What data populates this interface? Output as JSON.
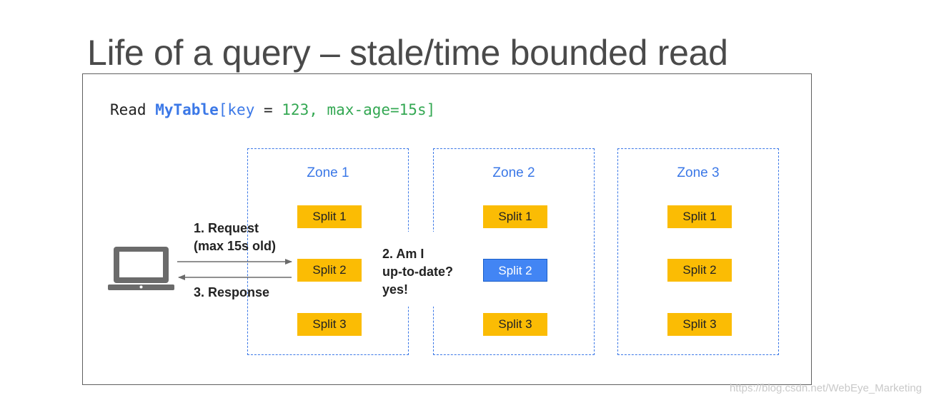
{
  "title": "Life of a query – stale/time bounded read",
  "query": {
    "keyword": "Read",
    "table": "MyTable",
    "open_bracket": "[",
    "key_name": "key",
    "equals": " = ",
    "key_value": "123",
    "comma": ", ",
    "option": "max-age=15s",
    "close_bracket": "]"
  },
  "zones": [
    {
      "label": "Zone 1",
      "splits": [
        "Split 1",
        "Split 2",
        "Split 3"
      ]
    },
    {
      "label": "Zone 2",
      "splits": [
        "Split 1",
        "Split 2",
        "Split 3"
      ],
      "active_split": "Split 2"
    },
    {
      "label": "Zone 3",
      "splits": [
        "Split 1",
        "Split 2",
        "Split 3"
      ]
    }
  ],
  "steps": {
    "request": "1. Request",
    "request_detail": "(max 15s old)",
    "check_line1": "2. Am I",
    "check_line2": "up-to-date?",
    "check_line3": "yes!",
    "response": "3. Response"
  },
  "icons": {
    "client": "laptop-icon"
  },
  "colors": {
    "title": "#4a4a4a",
    "keyword": "#222222",
    "table": "#3b78e7",
    "key_name": "#3b78e7",
    "value": "#34a853",
    "zone_border": "#3b78e7",
    "split": "#fbbc04",
    "active_split": "#4285f4",
    "laptop": "#6b6b6b"
  },
  "watermark": "https://blog.csdn.net/WebEye_Marketing"
}
